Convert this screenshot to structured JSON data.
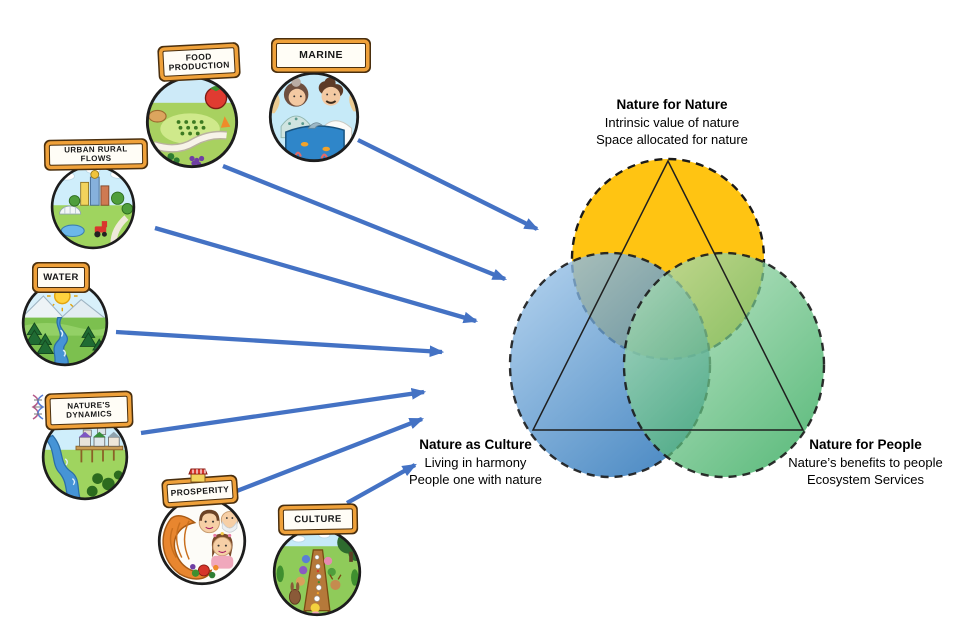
{
  "canvas": {
    "background": "#ffffff"
  },
  "arrows": {
    "color": "#4472C4",
    "count": 7
  },
  "venn": {
    "triangle_color": "#1f1f1f",
    "circles": {
      "nature_for_nature": {
        "color": "#FFC000"
      },
      "nature_as_culture": {
        "color_light": "#A6CBEC",
        "color_dark": "#1E6CB4"
      },
      "nature_for_people": {
        "color_light": "#B9E3C2",
        "color_dark": "#21A24D"
      }
    },
    "labels": {
      "nature_for_nature": {
        "title": "Nature for Nature",
        "line1": "Intrinsic value of nature",
        "line2": "Space allocated for nature"
      },
      "nature_as_culture": {
        "title": "Nature as Culture",
        "line1": "Living in harmony",
        "line2": "People one with nature"
      },
      "nature_for_people": {
        "title": "Nature for People",
        "line1": "Nature’s benefits to people",
        "line2": "Ecosystem Services"
      }
    }
  },
  "icons": [
    {
      "id": "food-production",
      "label": "FOOD PRODUCTION"
    },
    {
      "id": "marine",
      "label": "MARINE"
    },
    {
      "id": "urban-rural-flows",
      "label": "URBAN RURAL FLOWS"
    },
    {
      "id": "water",
      "label": "WATER"
    },
    {
      "id": "natures-dynamics",
      "label": "NATURE'S DYNAMICS"
    },
    {
      "id": "prosperity",
      "label": "PROSPERITY"
    },
    {
      "id": "culture",
      "label": "CULTURE"
    }
  ]
}
